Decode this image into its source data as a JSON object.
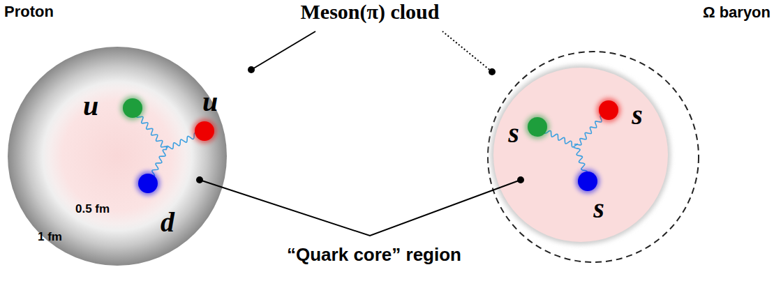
{
  "diagram": {
    "nodes": [
      {
        "text": [
          "Proton"
        ]
      },
      {
        "text": [
          "u"
        ],
        "in": 0
      },
      {
        "text": [
          "u"
        ],
        "in": 0
      },
      {
        "text": [
          "d"
        ],
        "in": 0
      },
      {
        "text": [
          "Ω baryon"
        ]
      },
      {
        "text": [
          "s"
        ],
        "in": 4
      },
      {
        "text": [
          "s"
        ],
        "in": 4
      },
      {
        "text": [
          "s"
        ],
        "in": 4
      }
    ],
    "labels": [
      "Meson(π) cloud",
      "“Quark core” region",
      "0.5 fm",
      "1 fm"
    ]
  }
}
